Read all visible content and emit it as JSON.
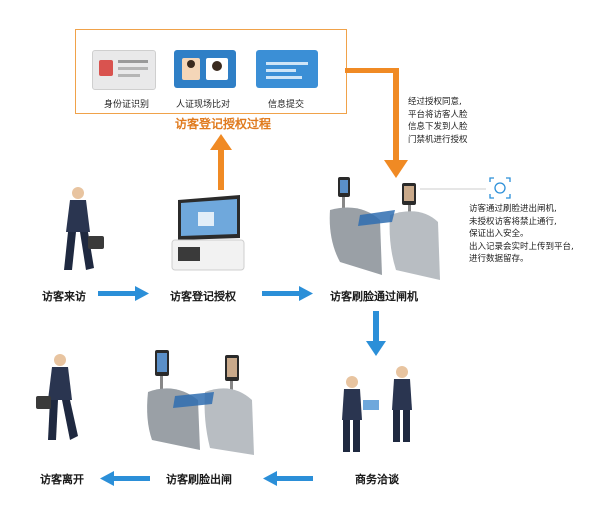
{
  "process": {
    "title": "访客登记授权过程",
    "cards": [
      {
        "label": "身份证识别",
        "icon": "id-card-icon"
      },
      {
        "label": "人证现场比对",
        "icon": "face-compare-icon"
      },
      {
        "label": "信息提交",
        "icon": "info-submit-icon"
      }
    ]
  },
  "steps": {
    "visitor_arrives": "访客来访",
    "visitor_register": "访客登记授权",
    "face_pass_in": "访客刷脸通过闸机",
    "business": "商务洽谈",
    "face_exit": "访客刷脸出闸",
    "visitor_leaves": "访客离开"
  },
  "notes": {
    "authorization": "经过授权同意,\n平台将访客人脸\n信息下发到人脸\n门禁机进行授权",
    "gate_info": "访客通过刷脸进出闸机,\n未授权访客将禁止通行,\n保证出入安全。\n出入记录会实时上传到平台,\n进行数据留存。"
  },
  "colors": {
    "orange_arrow": "#f08a24",
    "blue_arrow": "#2b8fd8",
    "box_border": "#f0a24a",
    "title": "#e07b1f"
  }
}
